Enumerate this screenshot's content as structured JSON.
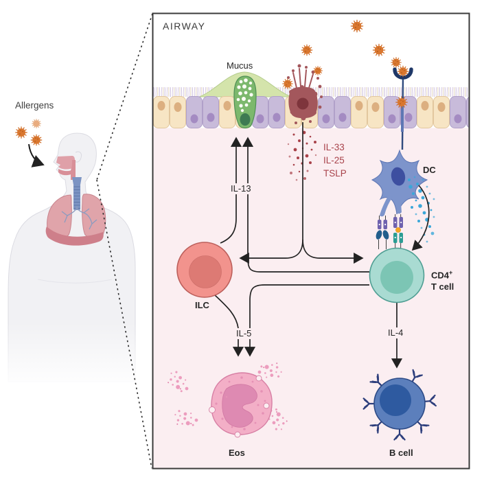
{
  "figure": {
    "left_panel": {
      "allergens_label": "Allergens"
    },
    "inset": {
      "title": "AIRWAY",
      "mucus_label": "Mucus",
      "epithelial_cytokines": [
        "IL-33",
        "IL-25",
        "TSLP"
      ],
      "cells": {
        "dc": "DC",
        "ilc": "ILC",
        "cd4_line1": "CD4",
        "cd4_sup": "+",
        "cd4_line2": "T cell",
        "eos": "Eos",
        "b_cell": "B cell"
      },
      "cytokine_arrows": {
        "il13": "IL-13",
        "il5": "IL-5",
        "il4": "IL-4"
      }
    },
    "colors": {
      "panel_background": "#FBEEF1",
      "panel_border": "#3A3A3A",
      "allergen_orange": "#D9772F",
      "allergen_orange_light": "#E9AC7F",
      "epithelium_tan": "#F7E5C4",
      "epithelium_purple": "#C8BBDA",
      "goblet_green": "#7CB86D",
      "mucus_green": "#D4E4AB",
      "damaged_cell_maroon": "#A3575C",
      "alarmin_text_red": "#A8424A",
      "dc_blue": "#7D94CB",
      "ilc_red": "#F2938D",
      "t_cell_teal": "#A9DBD2",
      "eos_pink": "#F3AFC7",
      "b_cell_blue": "#5C7FBC",
      "antibody_navy": "#2D3E7C",
      "dc_signal_dot_blue": "#3BA7D9",
      "arrow_black": "#222222"
    }
  }
}
